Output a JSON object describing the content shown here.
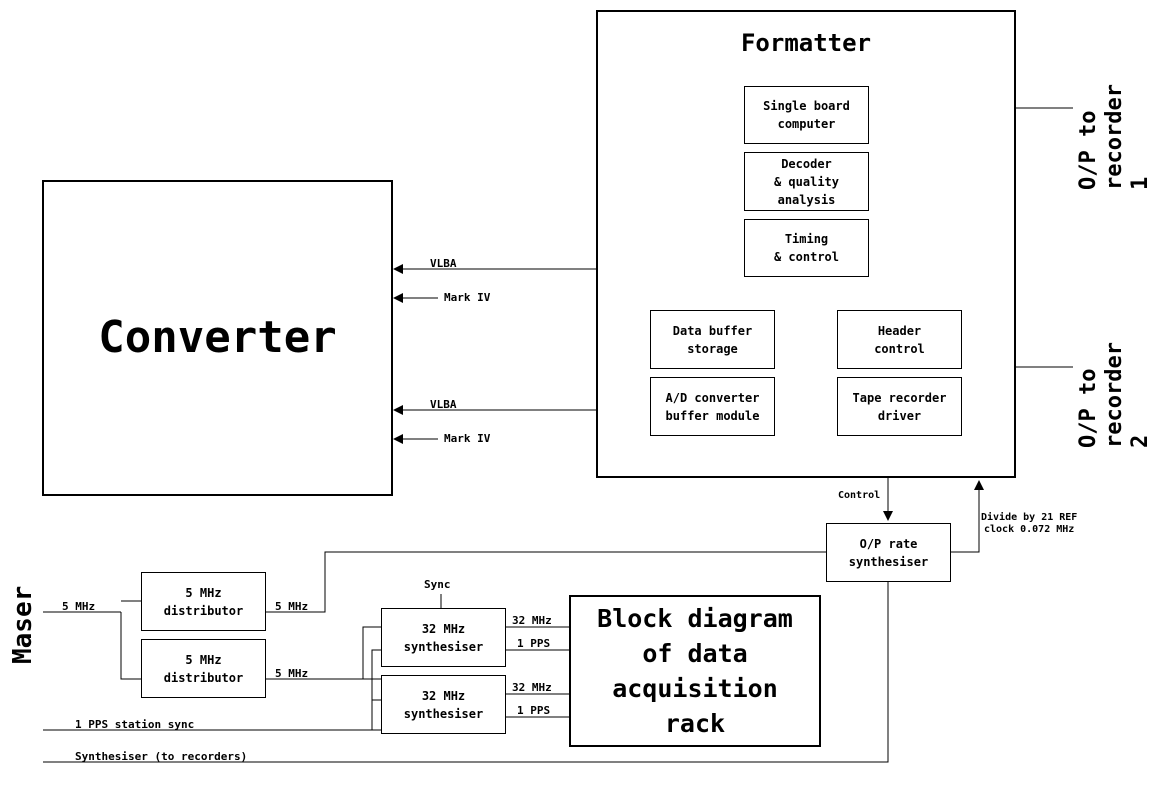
{
  "boxes": {
    "converter": "Converter",
    "formatter": "Formatter",
    "single_board": "Single board\ncomputer",
    "decoder": "Decoder\n& quality\nanalysis",
    "timing": "Timing\n& control",
    "data_buffer": "Data buffer\nstorage",
    "ad_converter": "A/D converter\nbuffer module",
    "header": "Header\ncontrol",
    "tape_driver": "Tape recorder\ndriver",
    "op_rate": "O/P rate\nsynthesiser",
    "dist1": "5 MHz\ndistributor",
    "dist2": "5 MHz\ndistributor",
    "synth1": "32 MHz\nsynthesiser",
    "synth2": "32 MHz\nsynthesiser",
    "block_title": "Block diagram\nof data\nacquisition\nrack"
  },
  "labels": {
    "vlba_top": "VLBA",
    "mark4_top": "Mark IV",
    "vlba_bottom": "VLBA",
    "mark4_bottom": "Mark IV",
    "control": "Control",
    "divide": "Divide by 21 REF\nclock 0.072 MHz",
    "op_rec1": "O/P to\nrecorder 1",
    "op_rec2": "O/P to\nrecorder 2",
    "maser": "Maser",
    "in_5mhz": "5 MHz",
    "out_5mhz_1": "5 MHz",
    "out_5mhz_2": "5 MHz",
    "sync": "Sync",
    "s1_32": "32 MHz",
    "s1_pps": "1 PPS",
    "s2_32": "32 MHz",
    "s2_pps": "1 PPS",
    "pps_station": "1 PPS station sync",
    "synth_recorders": "Synthesiser (to recorders)"
  }
}
